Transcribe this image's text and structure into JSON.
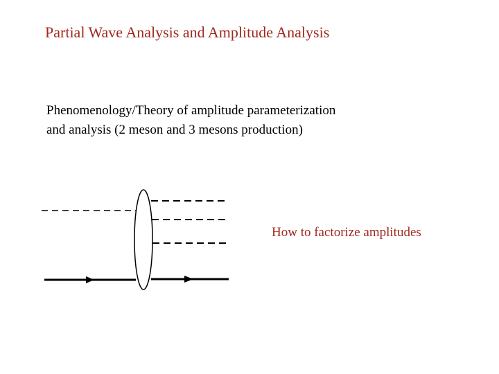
{
  "slide": {
    "title": "Partial Wave Analysis and Amplitude Analysis",
    "body_lines": [
      "Phenomenology/Theory of amplitude parameterization",
      "and analysis (2 meson and 3 mesons production)"
    ],
    "note": "How to factorize amplitudes"
  },
  "colors": {
    "accent": "#a0281e",
    "text": "#000000",
    "background": "#ffffff"
  },
  "diagram": {
    "incoming_lines": [
      "meson (dashed)",
      "particle (solid, arrow)"
    ],
    "outgoing_lines": [
      "meson (dashed)",
      "meson (dashed)",
      "meson (dashed)",
      "particle (solid, arrow)"
    ],
    "vertex": "ellipse (interaction blob)"
  }
}
